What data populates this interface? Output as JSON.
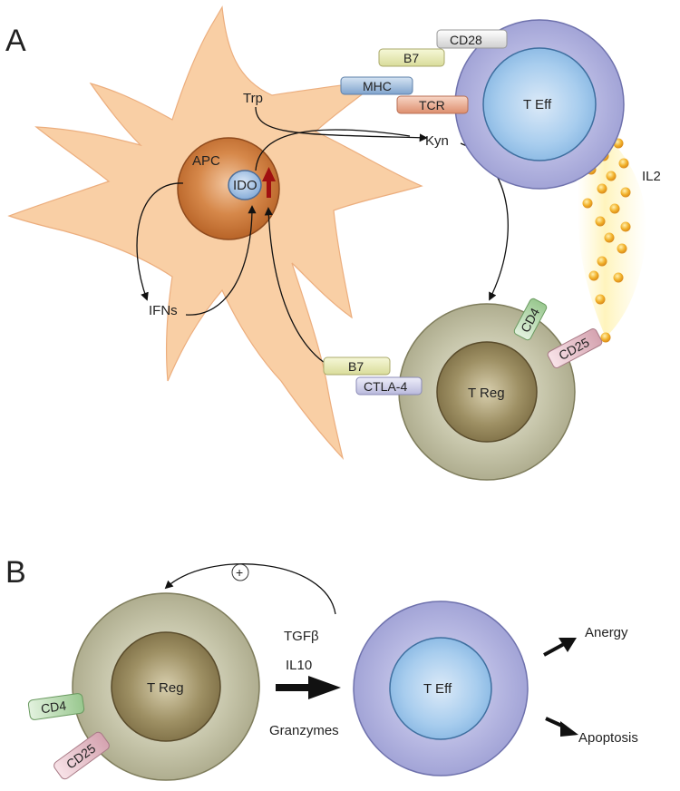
{
  "panels": {
    "a": {
      "letter": "A",
      "apc": "APC",
      "ido": "IDO",
      "trp": "Trp",
      "kyn": "Kyn",
      "ifns": "IFNs",
      "il2": "IL2",
      "teff": "T Eff",
      "treg": "T Reg",
      "receptors": {
        "cd28": "CD28",
        "b7_top": "B7",
        "mhc": "MHC",
        "tcr": "TCR",
        "cd4": "CD4",
        "cd25": "CD25",
        "b7_bottom": "B7",
        "ctla4": "CTLA-4"
      }
    },
    "b": {
      "letter": "B",
      "plus": "+",
      "tgfb": "TGFβ",
      "il10": "IL10",
      "granzymes": "Granzymes",
      "treg": "T Reg",
      "teff": "T Eff",
      "cd4": "CD4",
      "cd25": "CD25",
      "anergy": "Anergy",
      "apoptosis": "Apoptosis"
    }
  },
  "colors": {
    "apc_body": "#f8cfa4",
    "apc_nucleus": "#c8743a",
    "ido_bubble": "#9dbde0",
    "up_arrow": "#a01010",
    "teff_outer": "#a7a9d9",
    "teff_inner": "#96c3ea",
    "treg_outer": "#b9b899",
    "treg_inner": "#8c7d55",
    "il2_dot": "#f0a81e",
    "il2_glow": "#fff3b8"
  }
}
